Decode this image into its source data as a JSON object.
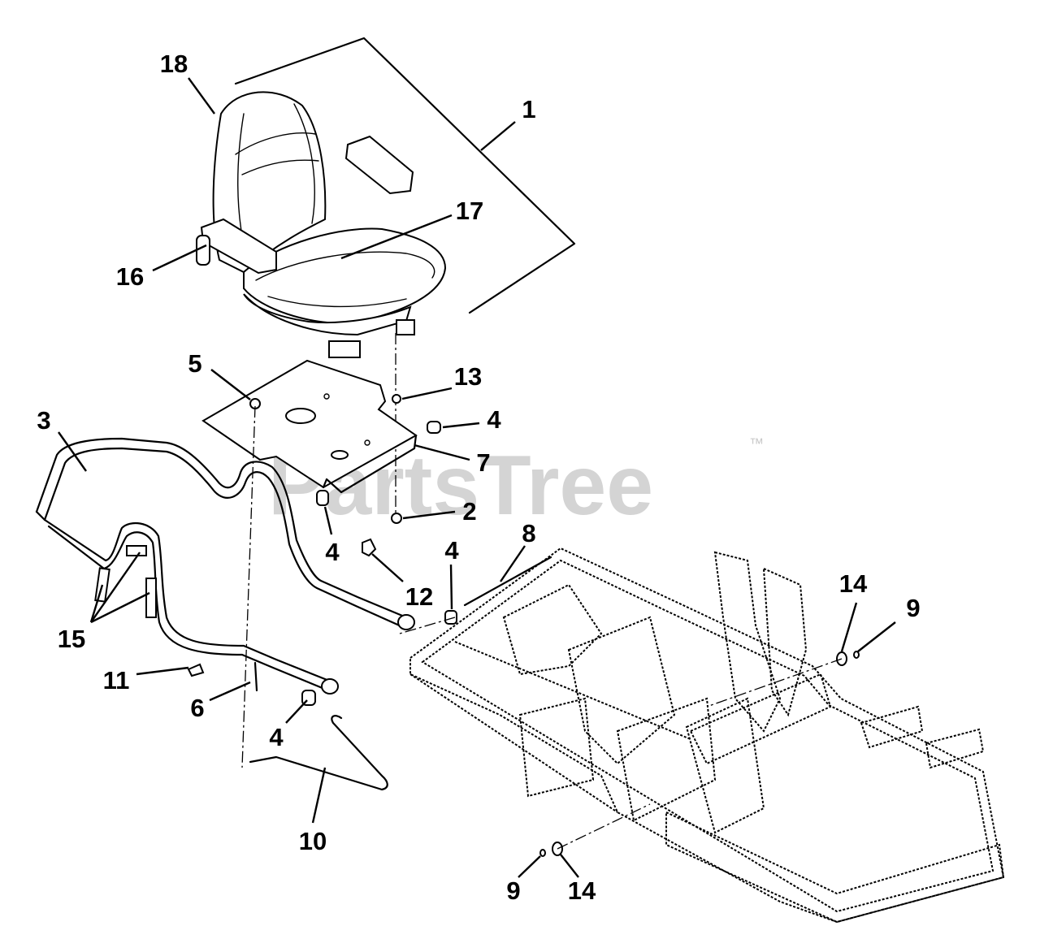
{
  "watermark": {
    "text": "PartsTree",
    "trademark": "™"
  },
  "callouts": {
    "c1": "1",
    "c2": "2",
    "c3": "3",
    "c4a": "4",
    "c4b": "4",
    "c4c": "4",
    "c4d": "4",
    "c5": "5",
    "c6": "6",
    "c7": "7",
    "c8": "8",
    "c9a": "9",
    "c9b": "9",
    "c10": "10",
    "c11": "11",
    "c12": "12",
    "c13": "13",
    "c14a": "14",
    "c14b": "14",
    "c15": "15",
    "c16": "16",
    "c17": "17",
    "c18": "18"
  }
}
